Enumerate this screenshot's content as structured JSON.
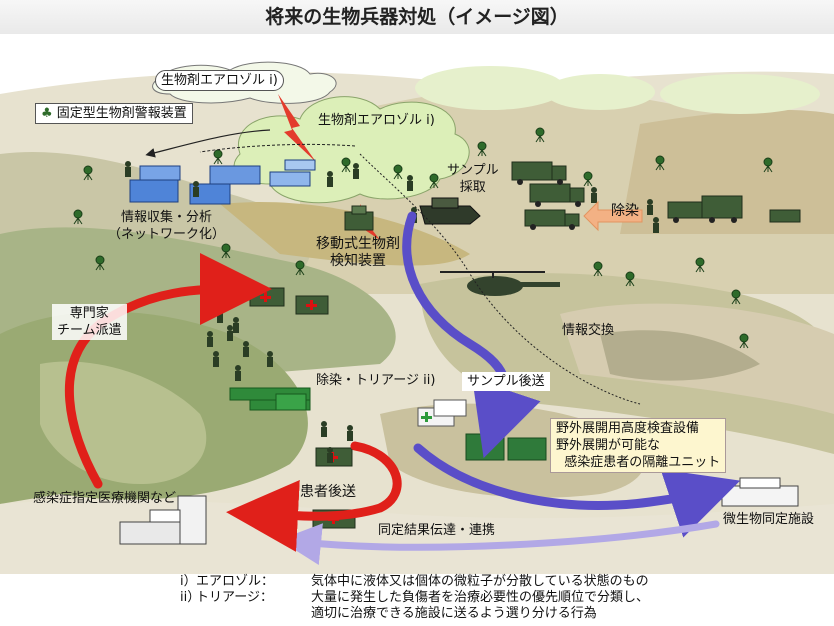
{
  "title": "将来の生物兵器対処（イメージ図）",
  "labels": {
    "aerosol_top": "生物剤エアロゾル i)",
    "aerosol_cloud": "生物剤エアロゾル i)",
    "fixed_alarm": "固定型生物剤警報装置",
    "info_collect_1": "情報収集・分析",
    "info_collect_2": "（ネットワーク化）",
    "mobile_detect_1": "移動式生物剤",
    "mobile_detect_2": "検知装置",
    "sample_collect_1": "サンプル",
    "sample_collect_2": "採取",
    "decon": "除染",
    "experts_1": "専門家",
    "experts_2": "チーム派遣",
    "info_exchange": "情報交換",
    "decon_triage": "除染・トリアージ ii)",
    "sample_transport": "サンプル後送",
    "field_1": "野外展開用高度検査設備",
    "field_2": "野外展開が可能な",
    "field_3": "感染症患者の隔離ユニット",
    "patient_transport": "患者後送",
    "hospital": "感染症指定医療機関など",
    "id_result": "同定結果伝達・連携",
    "bio_facility": "微生物同定施設"
  },
  "notes": [
    {
      "key": "i）",
      "term": "エアロゾル：",
      "text": "気体中に液体又は個体の微粒子が分散している状態のもの"
    },
    {
      "key": "ii）",
      "term": "トリアージ：",
      "text": "大量に発生した負傷者を治療必要性の優先順位で分類し、"
    },
    {
      "key": "",
      "term": "",
      "text": "適切に治療できる施設に送るよう選り分ける行為"
    }
  ],
  "colors": {
    "red_arrow": "#e0201a",
    "purple_arrow": "#5a4ec8",
    "light_arrow": "#b2a8e6",
    "orange_arrow": "#f3b184",
    "lightning": "#e33b2c",
    "cloud": "#dcefb8",
    "hill_green": "#8fa66a",
    "sand": "#d9cfae"
  }
}
